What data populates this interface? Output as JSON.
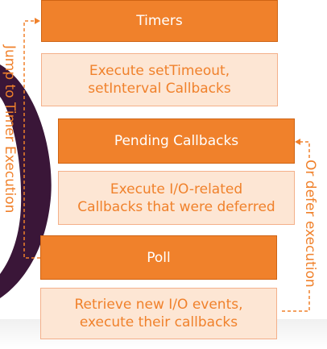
{
  "phases": {
    "timers": "Timers",
    "pending": "Pending Callbacks",
    "poll": "Poll"
  },
  "descriptions": {
    "timers": [
      "Execute setTimeout,",
      "setInterval Callbacks"
    ],
    "pending": [
      "Execute I/O-related",
      "Callbacks that were deferred"
    ],
    "poll": [
      "Retrieve new I/O events,",
      "execute their callbacks"
    ]
  },
  "side_labels": {
    "left": "Jump to Timer Execution",
    "right": "Or defer execution"
  },
  "colors": {
    "accent": "#f0812b",
    "light_fill": "#fde6d4",
    "arc": "#3a1638"
  }
}
